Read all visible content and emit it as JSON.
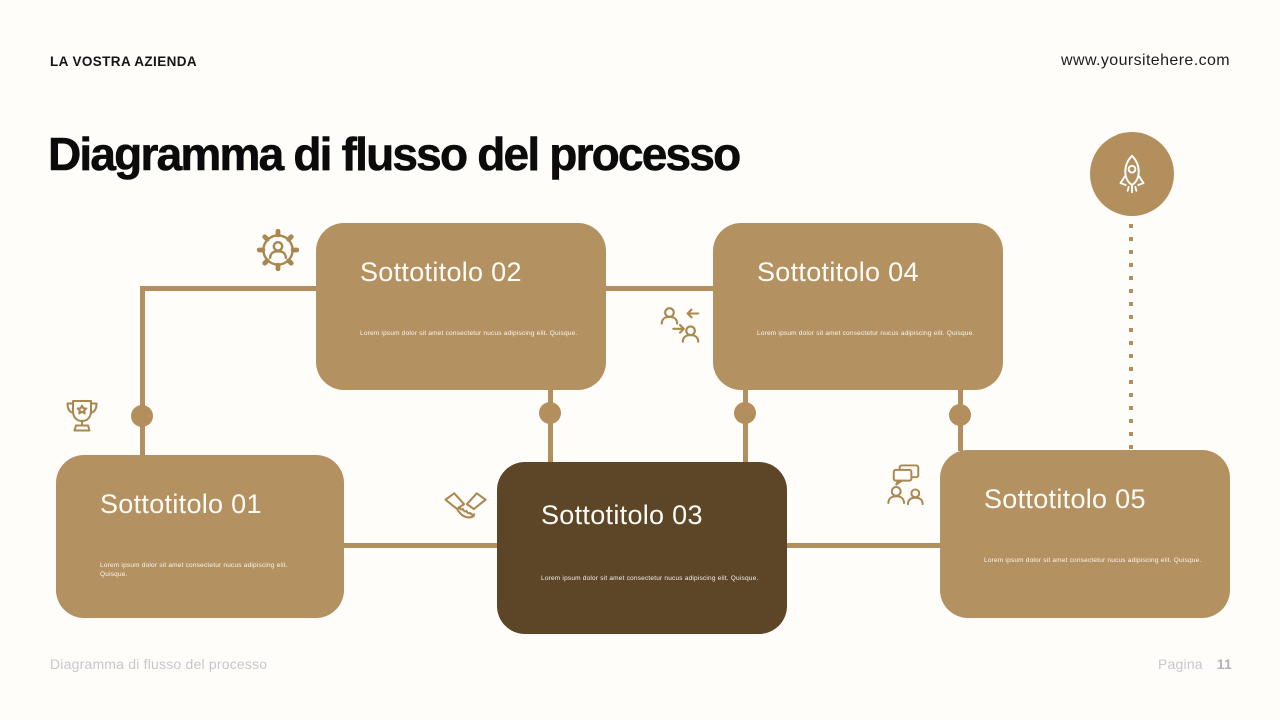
{
  "header": {
    "company": "LA VOSTRA AZIENDA",
    "website": "www.yoursitehere.com"
  },
  "title": "Diagramma di flusso del processo",
  "boxes": [
    {
      "id": "01",
      "title": "Sottotitolo 01",
      "body": "Lorem ipsum dolor sit amet consectetur nucus adipiscing elit. Quisque.",
      "variant": "tan"
    },
    {
      "id": "02",
      "title": "Sottotitolo 02",
      "body": "Lorem ipsum dolor sit amet consectetur nucus adipiscing elit. Quisque.",
      "variant": "tan"
    },
    {
      "id": "03",
      "title": "Sottotitolo 03",
      "body": "Lorem ipsum dolor sit amet consectetur nucus adipiscing elit. Quisque.",
      "variant": "dark"
    },
    {
      "id": "04",
      "title": "Sottotitolo 04",
      "body": "Lorem ipsum dolor sit amet consectetur nucus adipiscing elit. Quisque.",
      "variant": "tan"
    },
    {
      "id": "05",
      "title": "Sottotitolo 05",
      "body": "Lorem ipsum dolor sit amet consectetur nucus adipiscing elit. Quisque.",
      "variant": "tan"
    }
  ],
  "icons": [
    "rocket-icon",
    "gear-user-icon",
    "trophy-icon",
    "people-exchange-icon",
    "handshake-icon",
    "discussion-icon"
  ],
  "footer": {
    "left_text": "Diagramma di flusso del processo",
    "page_label": "Pagina",
    "page_number": "11"
  },
  "colors": {
    "tan": "#b49161",
    "connector_tan": "#b28f5c",
    "dark_brown": "#5d4627",
    "icon_tan": "#a9874f",
    "title_black": "#0b0b0b",
    "footer_gray": "#c7c6ce",
    "background": "#fffdfa",
    "box_text_white": "#fdfcf7"
  }
}
